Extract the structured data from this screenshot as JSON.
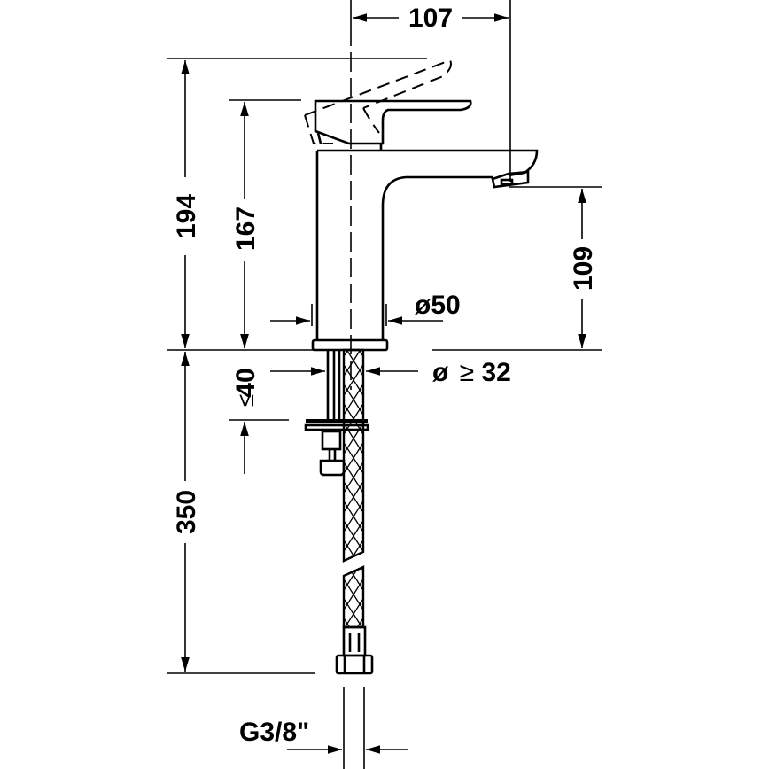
{
  "drawing": {
    "title": "Basin mixer dimension drawing",
    "units": "mm",
    "colors": {
      "line": "#000000",
      "background": "#ffffff"
    }
  },
  "dimensions": {
    "spout_projection": "107",
    "total_height_lever_open": "194",
    "height_body": "167",
    "spout_outlet_height": "109",
    "body_diameter": "ø50",
    "hole_diameter_prefix": "ø",
    "hole_diameter_symbol": "≥",
    "hole_diameter_value": "32",
    "max_countertop_thickness": "40",
    "max_countertop_symbol": "≤",
    "hose_length": "350",
    "connection_thread": "G3/8\""
  }
}
